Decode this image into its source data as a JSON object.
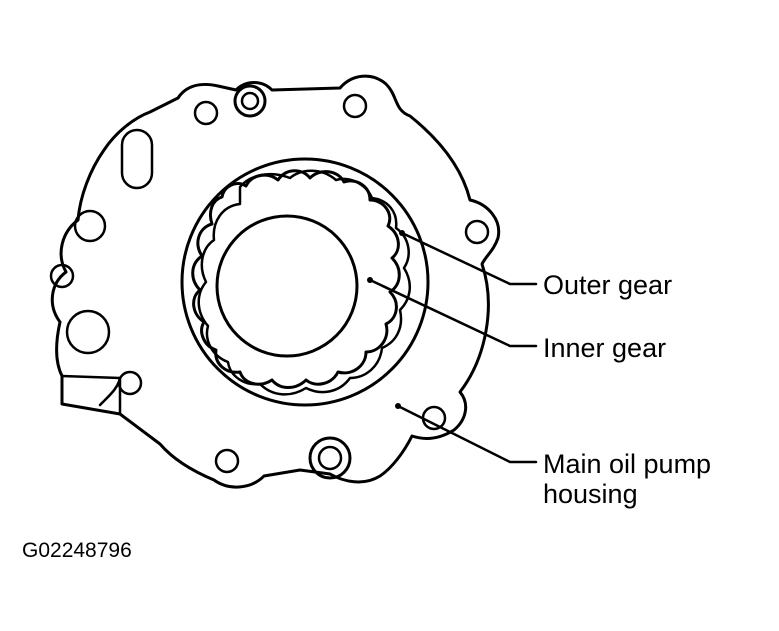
{
  "callouts": {
    "outer_gear": "Outer gear",
    "inner_gear": "Inner gear",
    "housing_line1": "Main oil pump",
    "housing_line2": "housing"
  },
  "figure_code": "G02248796"
}
